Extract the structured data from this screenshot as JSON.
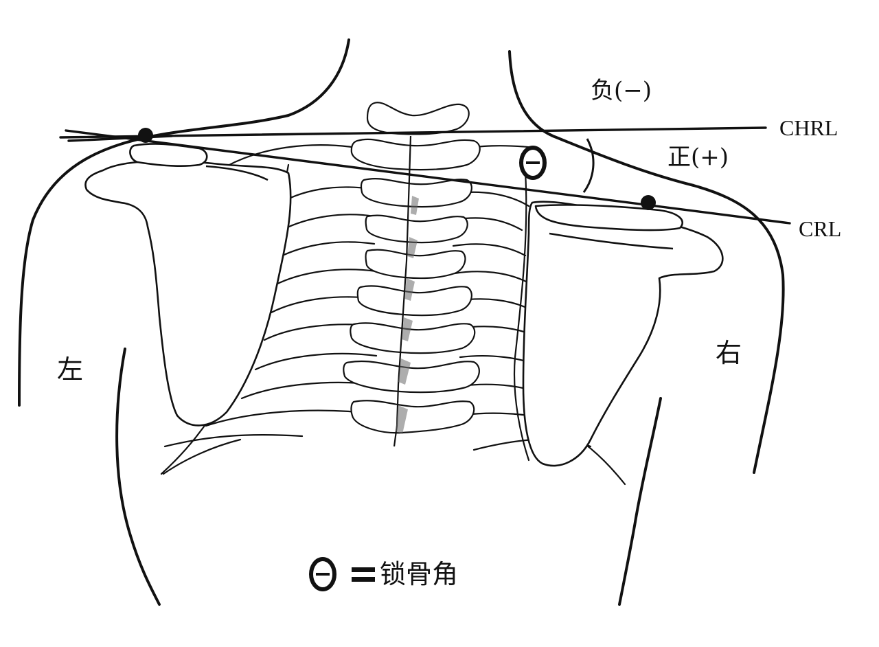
{
  "labels": {
    "negative": "负(−)",
    "positive": "正(+)",
    "chrl": "CHRL",
    "crl": "CRL",
    "left": "左",
    "right": "右",
    "theta_symbol": "Θ",
    "legend_equals": "=",
    "legend_text": "锁骨角"
  },
  "colors": {
    "ink": "#111111",
    "paper": "#ffffff",
    "shade": "#6b6b6b"
  }
}
